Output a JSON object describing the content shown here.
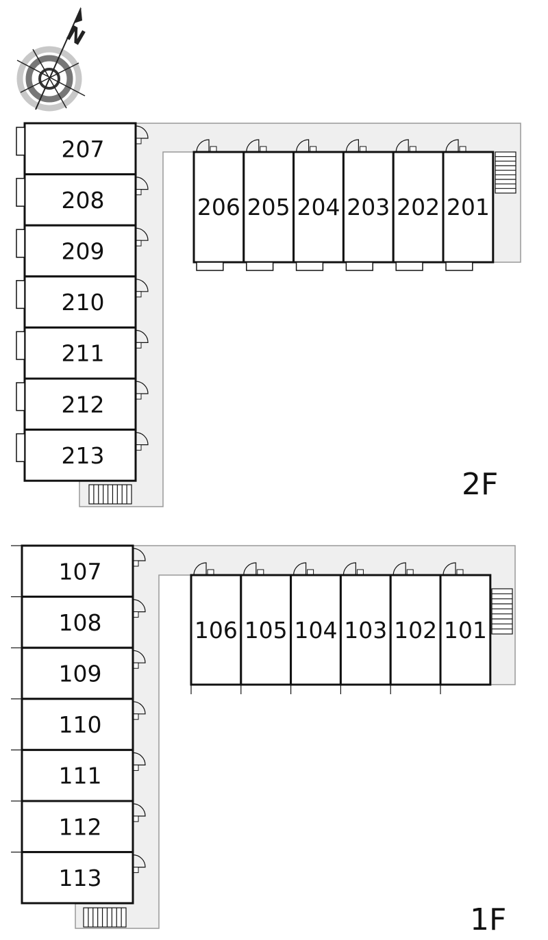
{
  "compass": {
    "north_mark": "N",
    "icon": "compass-rose-icon"
  },
  "floors": [
    {
      "id": "2F",
      "label": "2F",
      "west_units": [
        "207",
        "208",
        "209",
        "210",
        "211",
        "212",
        "213"
      ],
      "north_units": [
        "206",
        "205",
        "204",
        "203",
        "202",
        "201"
      ]
    },
    {
      "id": "1F",
      "label": "1F",
      "west_units": [
        "107",
        "108",
        "109",
        "110",
        "111",
        "112",
        "113"
      ],
      "north_units": [
        "106",
        "105",
        "104",
        "103",
        "102",
        "101"
      ]
    }
  ],
  "colors": {
    "corridor": "#efefef",
    "wall": "#111111",
    "corridor_edge": "#999999",
    "compass_gray": "#8a8a8a"
  }
}
